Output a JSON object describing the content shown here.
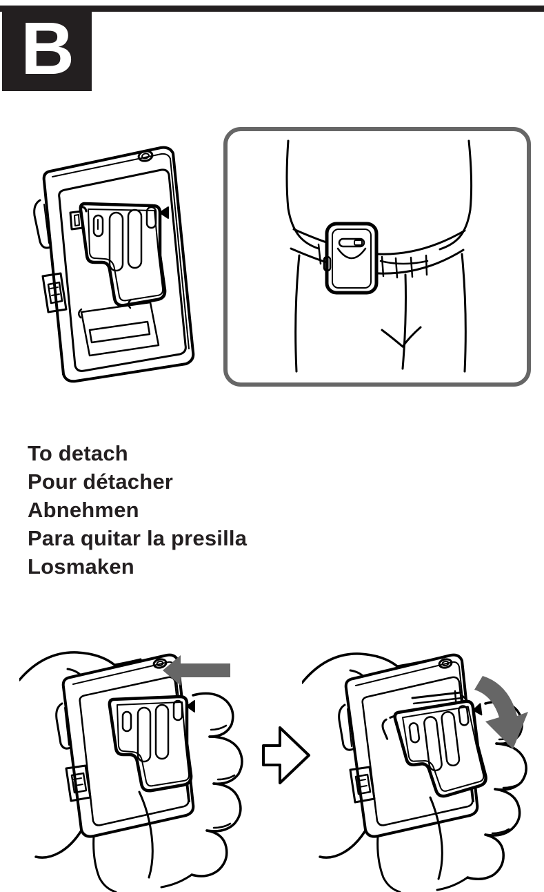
{
  "page": {
    "section_label": "B",
    "background_color": "#ffffff",
    "ink_color": "#231f20",
    "accent_gray": "#666666"
  },
  "headings": {
    "lines": [
      "To detach",
      "Pour détacher",
      "Abnehmen",
      "Para quitar la presilla",
      "Losmaken"
    ]
  },
  "figures": {
    "attached": {
      "name": "device-with-belt-clip-attached",
      "caption": "",
      "leader_line_color": "#666666"
    },
    "callout": {
      "name": "device-worn-on-belt",
      "caption": "",
      "border_color": "#666666"
    },
    "step1": {
      "name": "hand-pushing-clip",
      "caption": "",
      "arrow_color": "#666666",
      "arrow_direction": "left"
    },
    "step2": {
      "name": "hand-rotating-clip-off",
      "caption": "",
      "arrow_color": "#666666",
      "arrow_direction": "curved-down-right"
    },
    "step_separator": {
      "name": "step-arrow",
      "caption": "",
      "direction": "right"
    }
  }
}
